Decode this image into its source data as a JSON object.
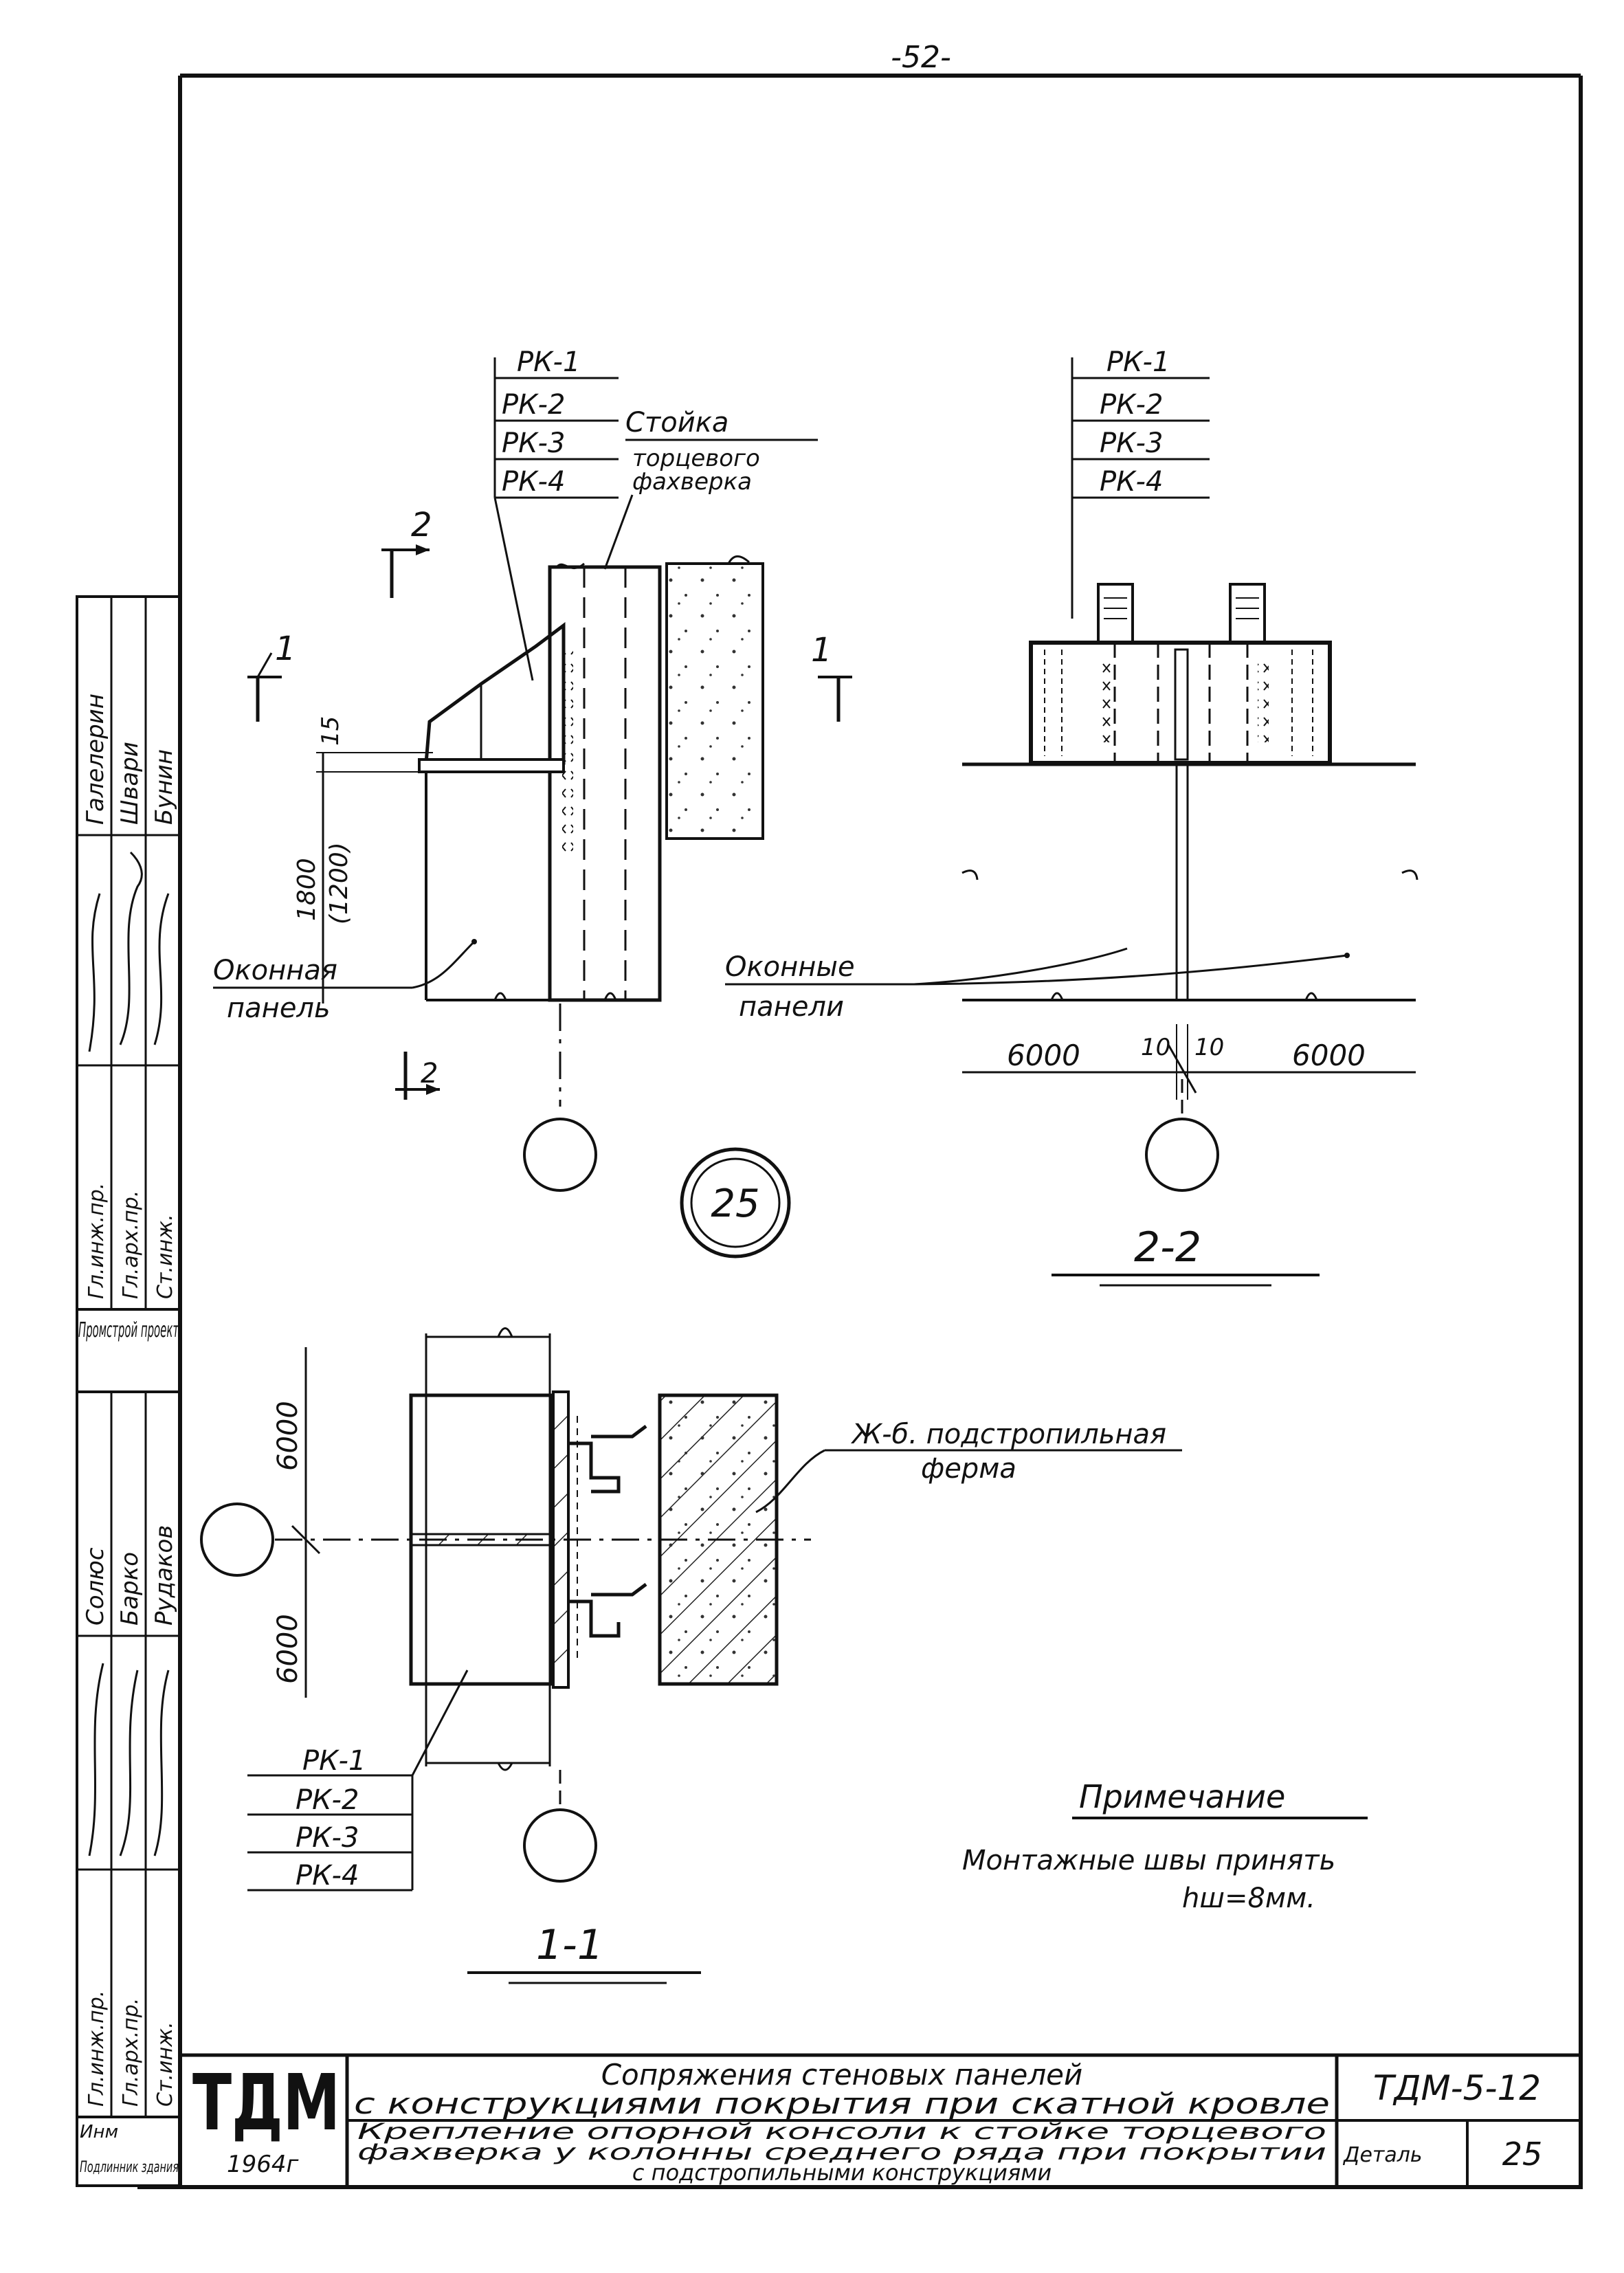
{
  "page_number": "-52-",
  "sheet_code": "ТДМ-5-12",
  "detail_label": "Деталь",
  "detail_number": "25",
  "callout_number": "25",
  "title_line1": "Сопряжения стеновых панелей",
  "title_line2": "с конструкциями покрытия при скатной кровле",
  "subtitle_line1": "Крепление опорной консоли к стойке торцевого",
  "subtitle_line2": "фахверка у колонны среднего ряда при покрытии",
  "subtitle_line3": "с подстропильными конструкциями",
  "logo_text": "ТДМ",
  "logo_year": "1964г",
  "institute": "Промстрой проект",
  "sidebar_roles_upper": [
    "Гл.инж.пр.",
    "Гл.арх.пр.",
    "Ст.инж."
  ],
  "sidebar_names_upper": [
    "Галелерин",
    "Швари",
    "Бунин"
  ],
  "sidebar_roles_lower": [
    "Гл.инж.пр.",
    "Гл.арх.пр.",
    "Ст.инж."
  ],
  "sidebar_names_lower": [
    "Солюс",
    "Барко",
    "Рудаков"
  ],
  "sidebar_bottom_a": "Инм",
  "sidebar_bottom_b": "Подлинник здания",
  "marks_left": [
    "РК-1",
    "РК-2",
    "РК-3",
    "РК-4"
  ],
  "marks_right": [
    "РК-1",
    "РК-2",
    "РК-3",
    "РК-4"
  ],
  "marks_bottom": [
    "РК-1",
    "РК-2",
    "РК-3",
    "РК-4"
  ],
  "stoyka_line1": "Стойка",
  "stoyka_line2": "торцевого",
  "stoyka_line3": "фахверка",
  "dim_15": "15",
  "dim_1800_a": "1800",
  "dim_1800_b": "(1200)",
  "okonnaya_line1": "Оконная",
  "okonnaya_line2": "панель",
  "okonnye_line1": "Оконные",
  "okonnye_line2": "панели",
  "section_2_label": "2",
  "section_1_label": "1",
  "dim_10a": "10",
  "dim_10b": "10",
  "dim_6000_left": "6000",
  "dim_6000_right": "6000",
  "view_2_2_title": "2-2",
  "view_1_1_title": "1-1",
  "dim_6000_vert_top": "6000",
  "dim_6000_vert_bottom": "6000",
  "ferma_line1": "Ж-б. подстропильная",
  "ferma_line2": "ферма",
  "note_title": "Примечание",
  "note_line1": "Монтажные швы принять",
  "note_line2": "hш=8мм."
}
